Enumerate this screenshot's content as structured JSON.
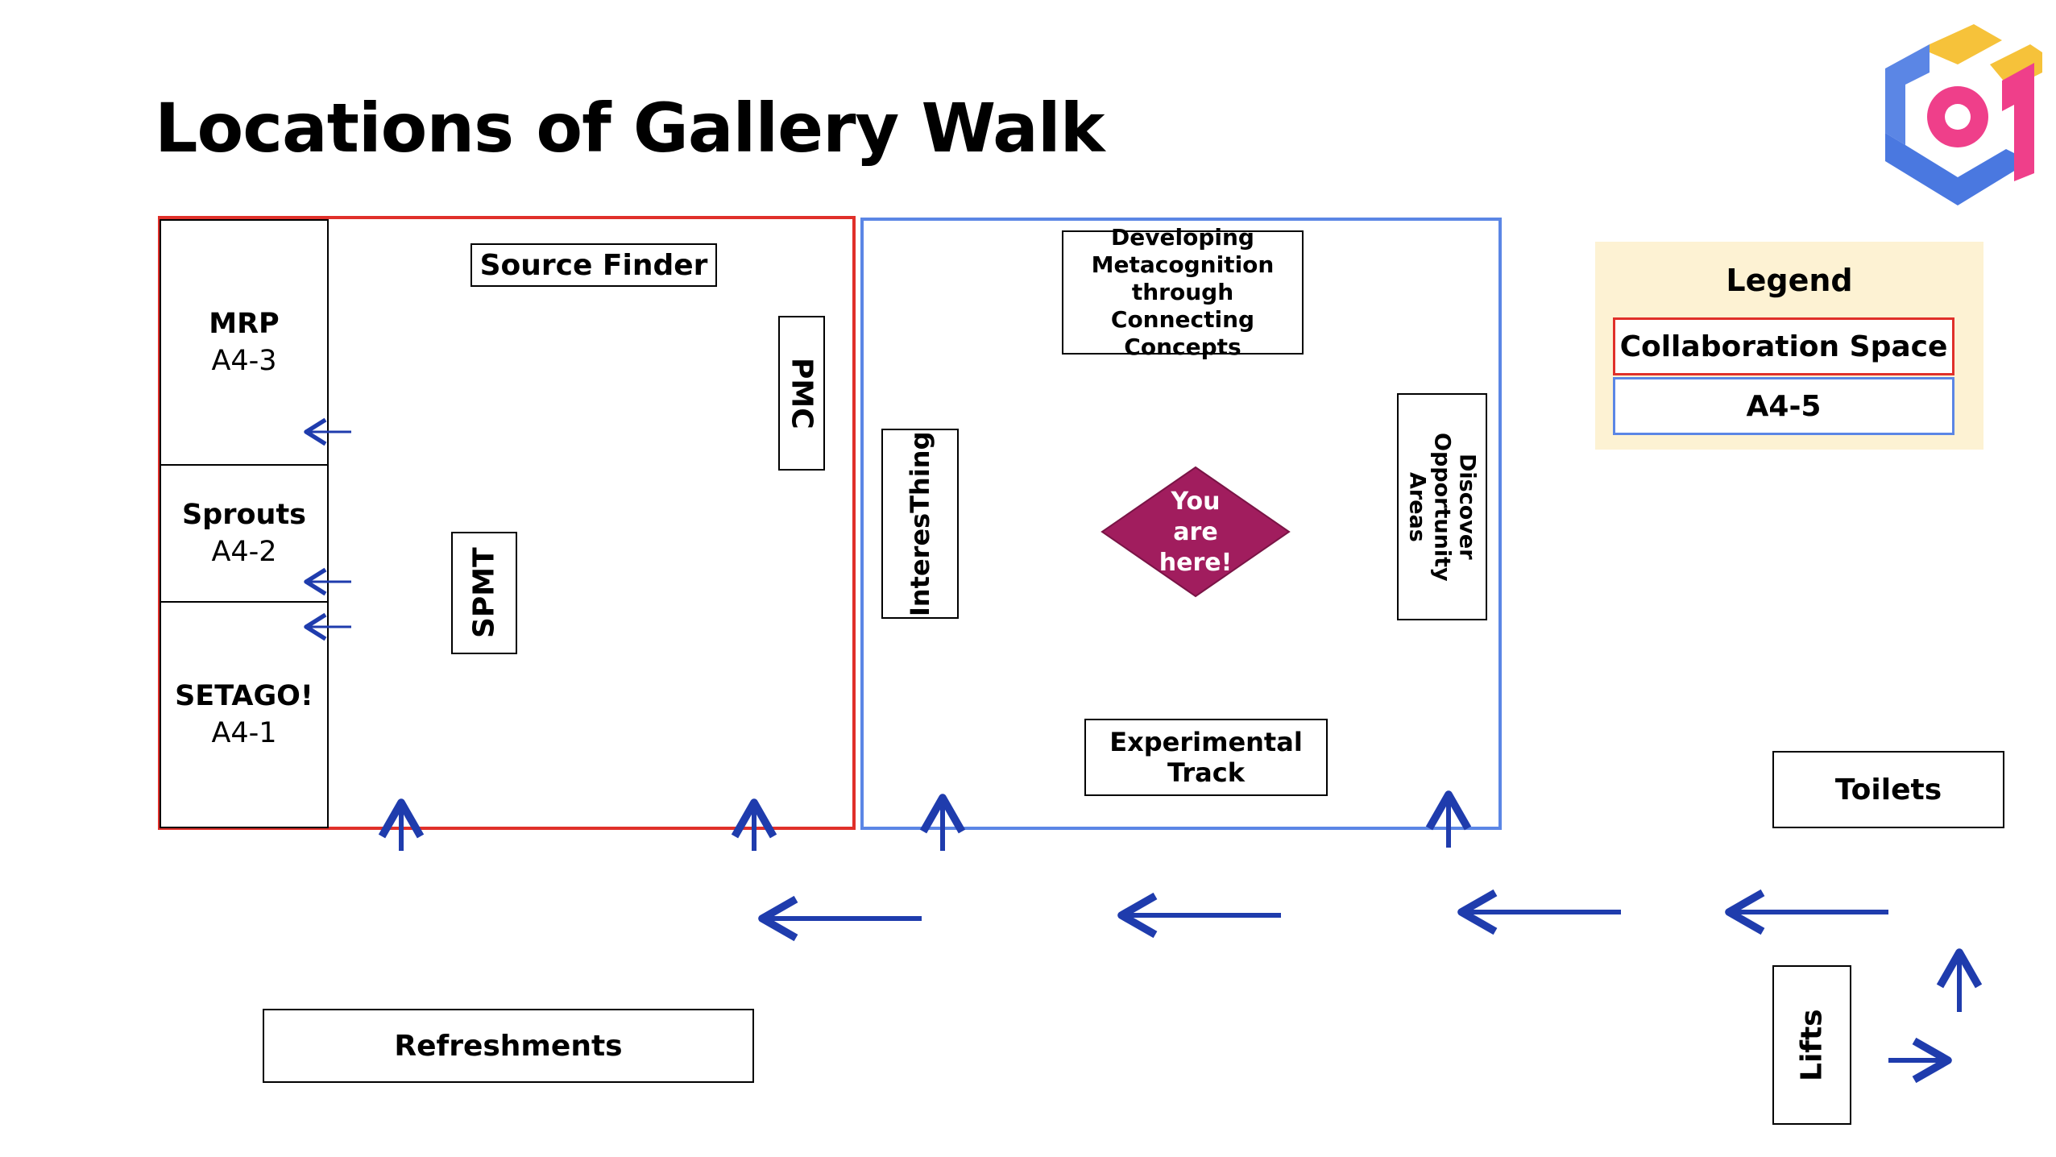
{
  "title": "Locations of Gallery Walk",
  "colors": {
    "collaboration_border": "#e0302a",
    "a45_border": "#5b86e5",
    "arrow": "#1f3cad",
    "you_are_here_fill": "#a11d5e",
    "legend_bg": "#fdf2d3"
  },
  "rooms": [
    {
      "name": "MRP",
      "code": "A4-3"
    },
    {
      "name": "Sprouts",
      "code": "A4-2"
    },
    {
      "name": "SETAGO!",
      "code": "A4-1"
    }
  ],
  "collaboration_stations": {
    "source_finder": "Source Finder",
    "pmc": "PMC",
    "spmt": "SPMT"
  },
  "a45_stations": {
    "developing": "Developing Metacognition through Connecting Concepts",
    "interesthing": "InteresThing",
    "discover": "Discover Opportunity Areas",
    "experimental": "Experimental Track",
    "you_are_here": "You are here!"
  },
  "facilities": {
    "toilets": "Toilets",
    "refreshments": "Refreshments",
    "lifts": "Lifts"
  },
  "legend": {
    "title": "Legend",
    "collaboration": "Collaboration Space",
    "a45": "A4-5"
  },
  "logo": {
    "icon": "cube-logo-icon"
  }
}
